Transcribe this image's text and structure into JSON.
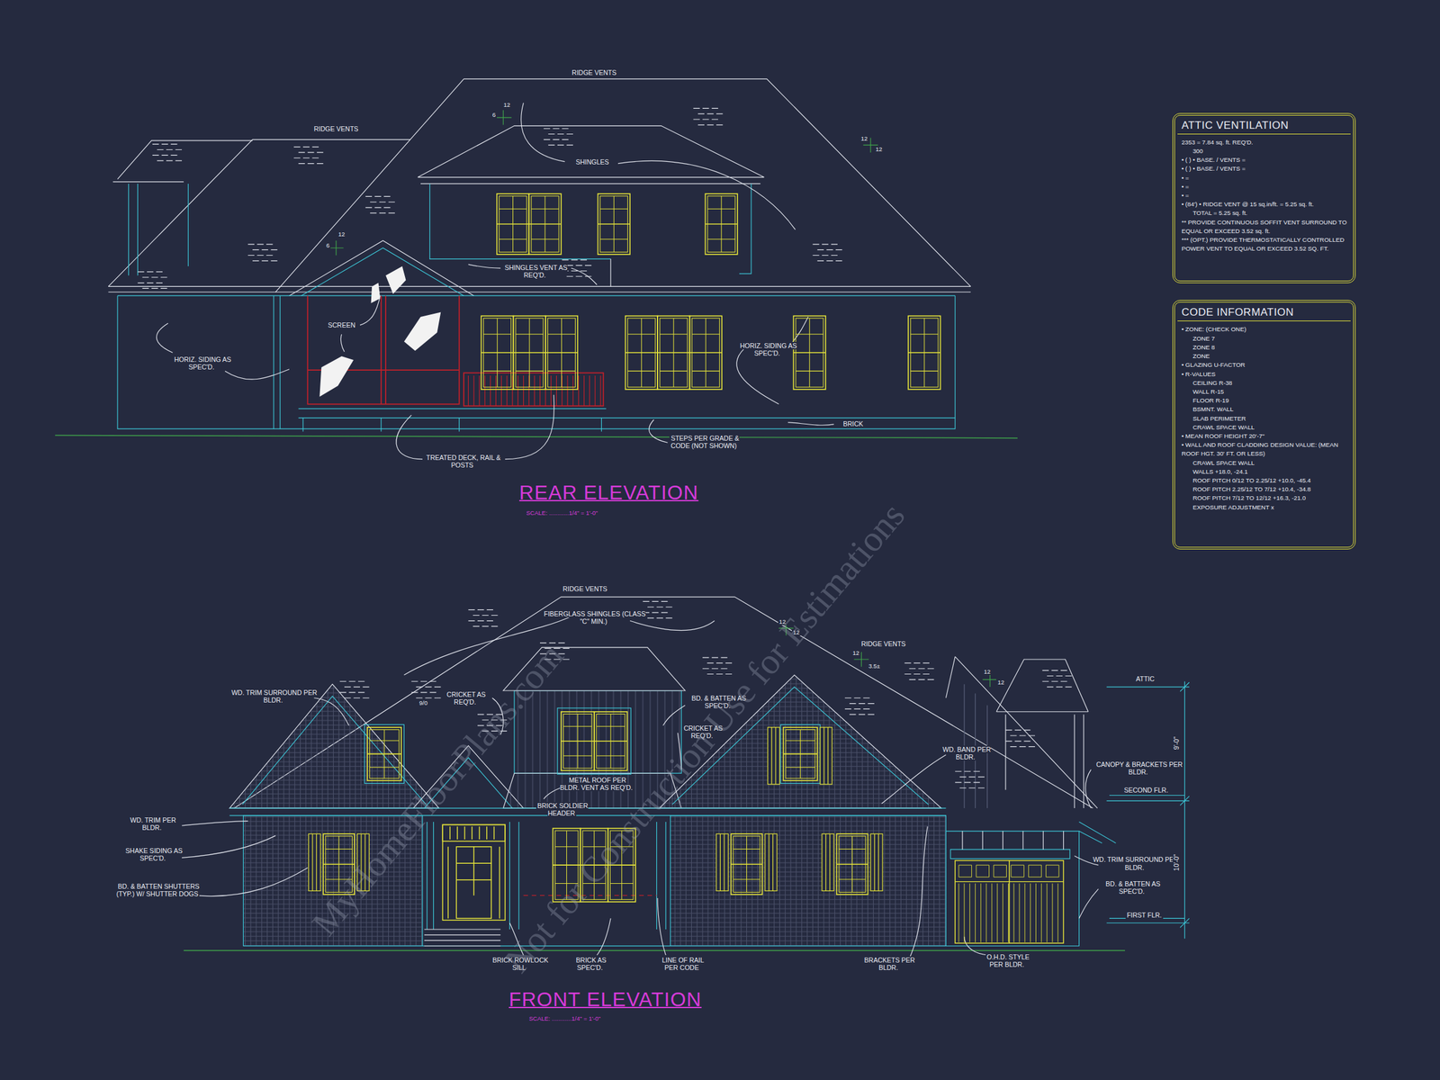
{
  "diagram": {
    "nodes": [
      {
        "text": [
          "ATTIC VENTILATION",
          "2353 = 7.84 sq. ft. REQ'D.",
          "300",
          "• ( ) • BASE. / VENTS =",
          "• ( ) • BASE. / VENTS =",
          "• =",
          "• =",
          "• =",
          "• (84') • RIDGE VENT @ 15 sq.in/ft. = 5.25 sq. ft.",
          "TOTAL = 5.25 sq. ft.",
          "** PROVIDE CONTINUOUS SOFFIT VENT SURROUND TO EQUAL OR EXCEED 3.52 sq. ft.",
          "*** (OPT.) PROVIDE THERMOSTATICALLY CONTROLLED POWER VENT TO EQUAL OR EXCEED 3.52 SQ. FT."
        ]
      },
      {
        "text": [
          "CODE INFORMATION",
          "• ZONE: (CHECK ONE)",
          "ZONE 7",
          "ZONE 8",
          "ZONE",
          "• GLAZING U-FACTOR",
          "• R-VALUES",
          "CEILING R-38",
          "WALL R-15",
          "FLOOR R-19",
          "BSMNT. WALL",
          "SLAB PERIMETER",
          "CRAWL SPACE WALL",
          "• MEAN ROOF HEIGHT 20'-7\"",
          "• WALL AND ROOF CLADDING DESIGN VALUE: (MEAN ROOF HGT. 30' FT. OR LESS)",
          "CRAWL SPACE WALL",
          "WALLS +18.0, -24.1",
          "ROOF PITCH 0/12 TO 2.25/12 +10.0, -45.4",
          "ROOF PITCH 2.25/12 TO 7/12 +10.4, -34.8",
          "ROOF PITCH 7/12 TO 12/12 +16.3, -21.0",
          "EXPOSURE ADJUSTMENT x"
        ]
      }
    ],
    "labels": [
      "RIDGE VENTS",
      "RIDGE VENTS",
      "6",
      "12",
      "12",
      "12",
      "SHINGLES",
      "6",
      "12",
      "SHINGLES VENT AS REQ'D.",
      "SCREEN",
      "HORIZ. SIDING AS SPEC'D.",
      "HORIZ. SIDING AS SPEC'D.",
      "BRICK",
      "STEPS PER GRADE & CODE (NOT SHOWN)",
      "TREATED DECK, RAIL & POSTS",
      "REAR ELEVATION",
      "SCALE: ............1/4\" = 1'-0\"",
      "RIDGE VENTS",
      "FIBERGLASS SHINGLES (CLASS \"C\" MIN.)",
      "12",
      "12",
      "RIDGE VENTS",
      "12",
      "3.5±",
      "ATTIC",
      "12",
      "12",
      "WD. TRIM SURROUND PER BLDR.",
      "CRICKET AS REQ'D.",
      "9/0",
      "BD. & BATTEN AS SPEC'D.",
      "CRICKET AS REQ'D.",
      "9'-0\"",
      "WD. BAND PER BLDR.",
      "CANOPY & BRACKETS PER BLDR.",
      "METAL ROOF PER BLDR. VENT AS REQ'D.",
      "SECOND FLR.",
      "BRICK SOLDIER HEADER",
      "WD. TRIM PER BLDR.",
      "SHAKE SIDING AS SPEC'D.",
      "WD. TRIM SURROUND PER BLDR.",
      "10'-0\"",
      "BD. & BATTEN AS SPEC'D.",
      "BD. & BATTEN SHUTTERS (TYP.) W/ SHUTTER DOGS",
      "FIRST FLR.",
      "BRICK ROWLOCK SILL",
      "BRICK AS SPEC'D.",
      "LINE OF RAIL PER CODE",
      "BRACKETS PER BLDR.",
      "O.H.D. STYLE PER BLDR.",
      "FRONT ELEVATION",
      "SCALE: ............1/4\" = 1'-0\"",
      "MyHomeFloorPlans.com",
      "Not for Construction Use for Estimations"
    ]
  }
}
